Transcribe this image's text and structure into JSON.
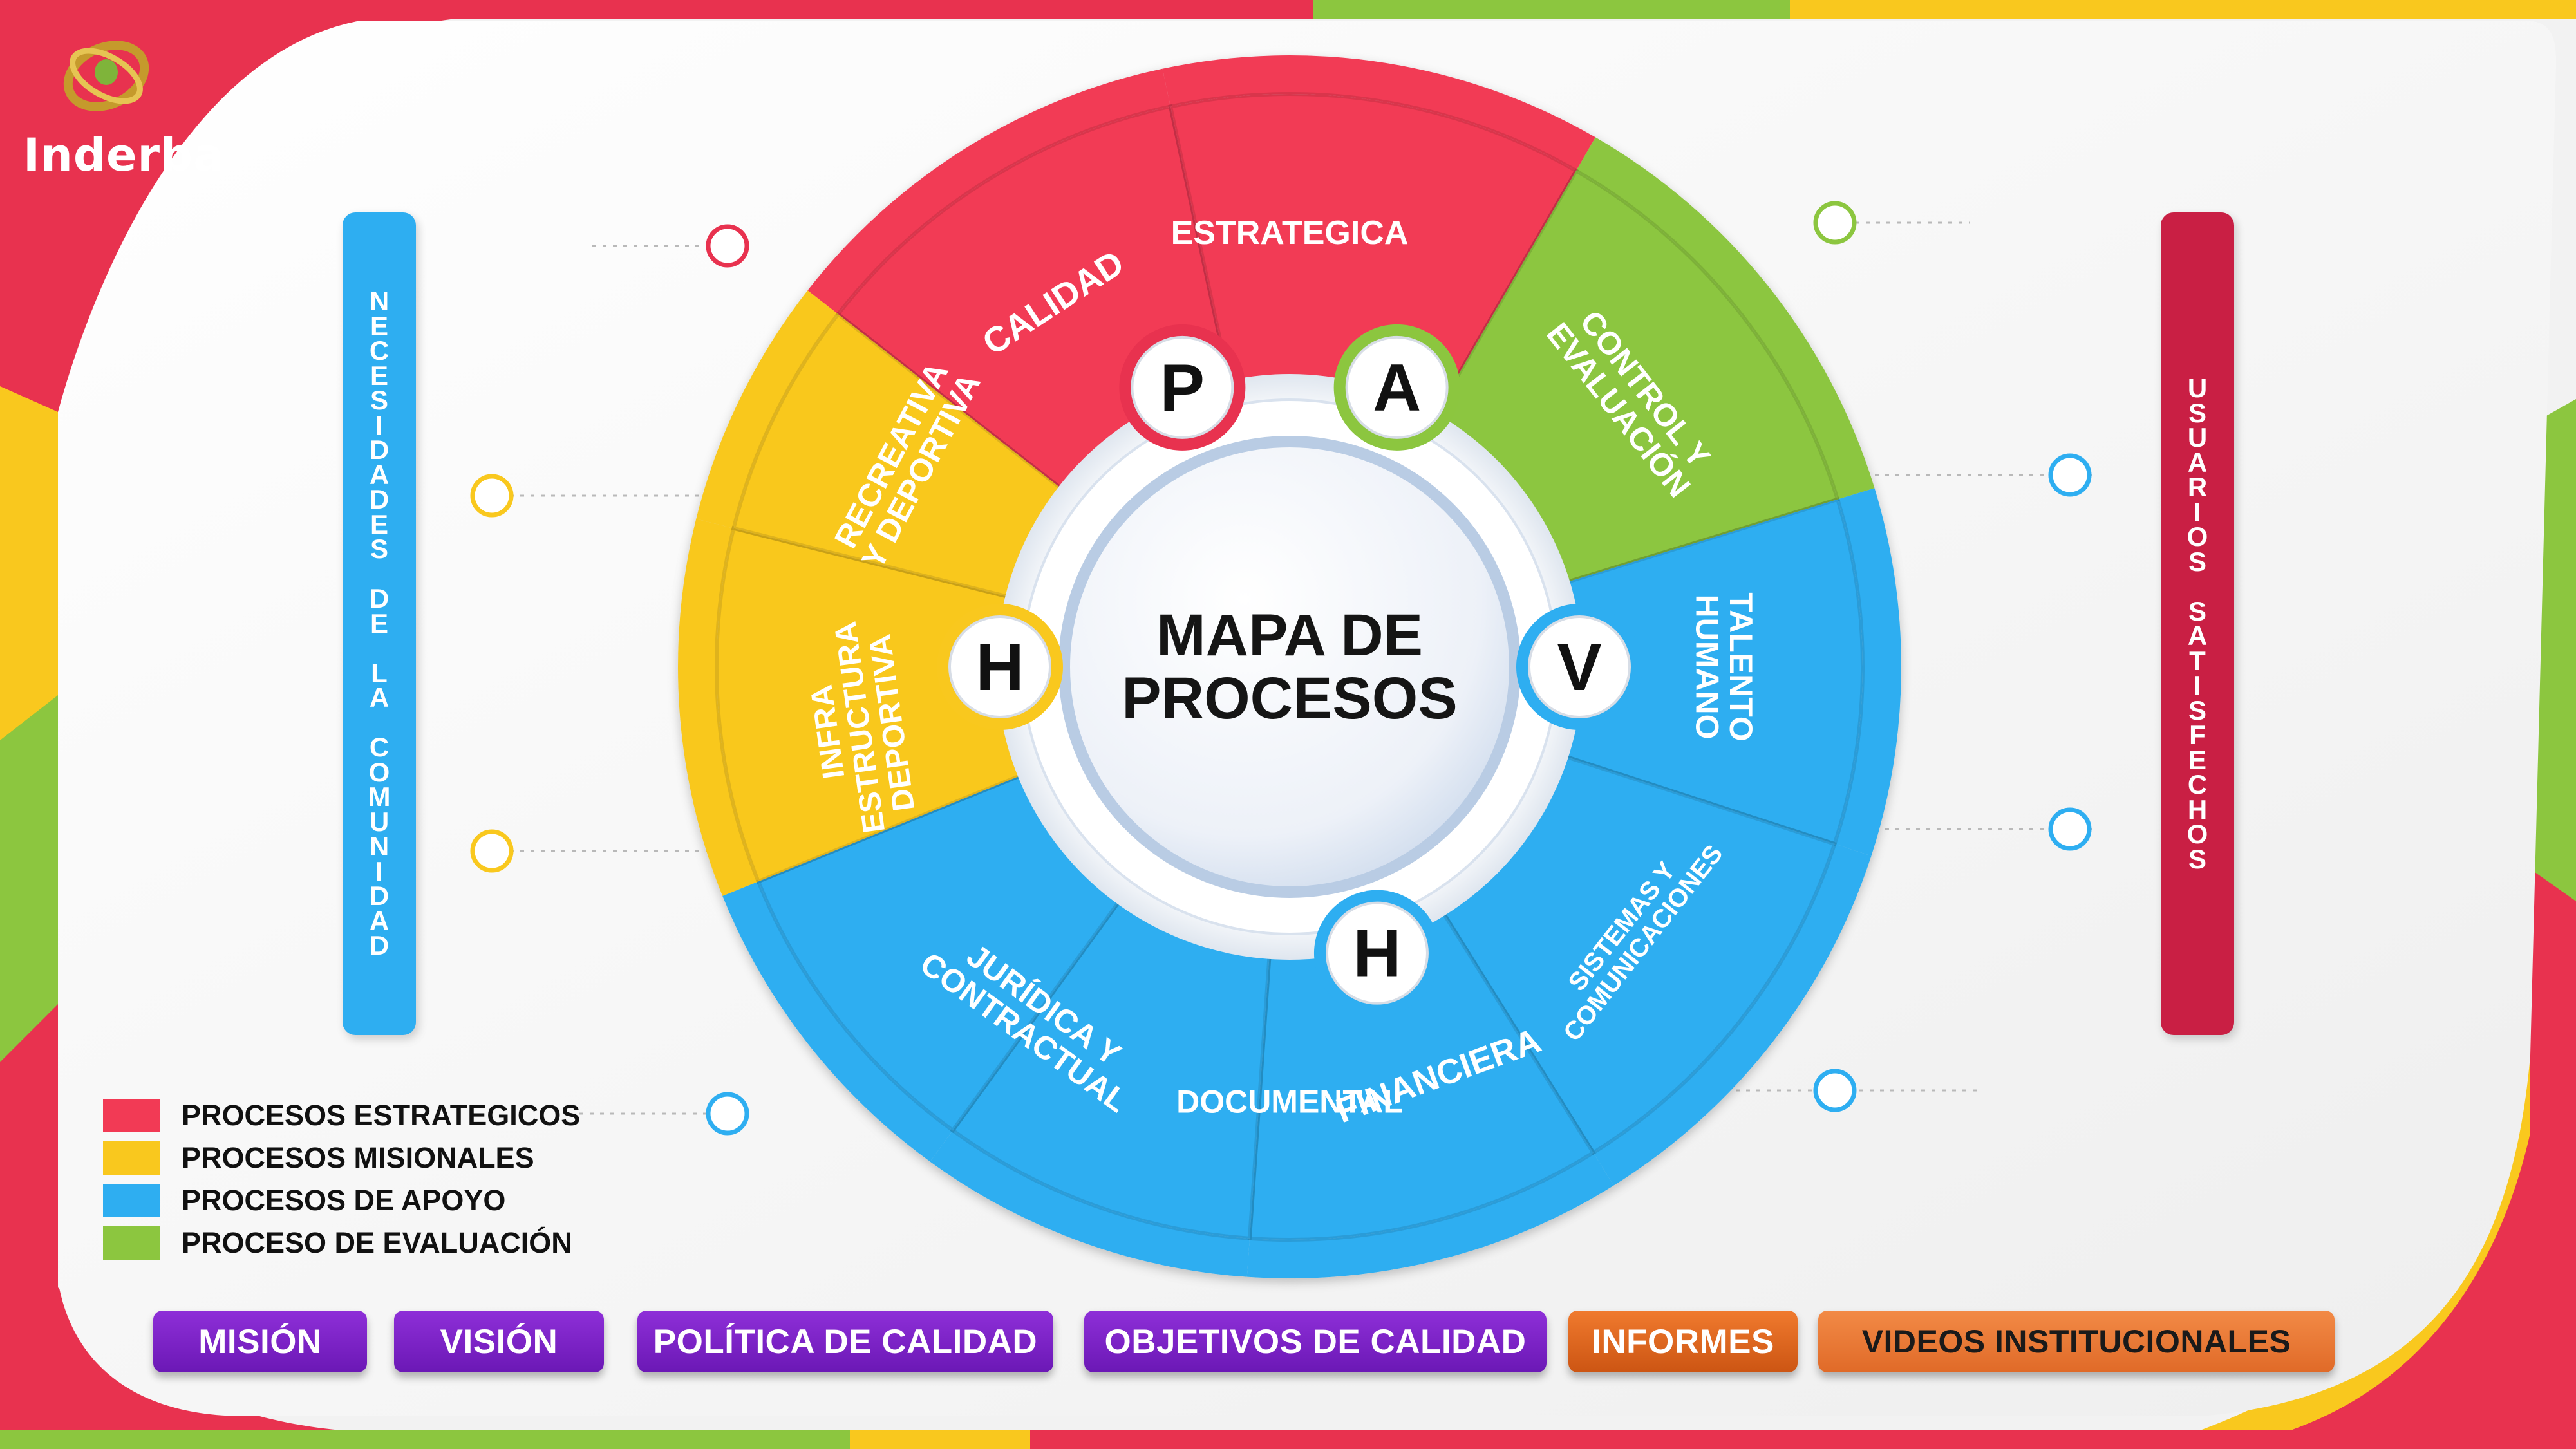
{
  "brand": {
    "name": "Inderba"
  },
  "center": {
    "line1": "MAPA DE",
    "line2": "PROCESOS"
  },
  "segments": [
    {
      "id": "calidad",
      "lines": [
        "CALIDAD"
      ],
      "type": "estrategico"
    },
    {
      "id": "estrategica",
      "lines": [
        "ESTRATEGICA"
      ],
      "type": "estrategico"
    },
    {
      "id": "control-evaluacion",
      "lines": [
        "CONTROL Y",
        "EVALUACIÓN"
      ],
      "type": "evaluacion"
    },
    {
      "id": "talento-humano",
      "lines": [
        "TALENTO",
        "HUMANO"
      ],
      "type": "apoyo"
    },
    {
      "id": "sistemas-comunicaciones",
      "lines": [
        "SISTEMAS Y",
        "COMUNICACIONES"
      ],
      "type": "apoyo"
    },
    {
      "id": "financiera",
      "lines": [
        "FINANCIERA"
      ],
      "type": "apoyo"
    },
    {
      "id": "documental",
      "lines": [
        "DOCUMENTAL"
      ],
      "type": "apoyo"
    },
    {
      "id": "juridica-contractual",
      "lines": [
        "JURÍDICA Y",
        "CONTRACTUAL"
      ],
      "type": "apoyo"
    },
    {
      "id": "infraestructura",
      "lines": [
        "INFRA",
        "ESTRUCTURA",
        "DEPORTIVA"
      ],
      "type": "misional"
    },
    {
      "id": "recreativa",
      "lines": [
        "RECREATIVA",
        "Y DEPORTIVA"
      ],
      "type": "misional"
    }
  ],
  "phva": [
    {
      "letter": "P",
      "color": "#e8324f"
    },
    {
      "letter": "A",
      "color": "#8cc63f"
    },
    {
      "letter": "V",
      "color": "#2eaef1"
    },
    {
      "letter": "H",
      "color": "#2eaef1"
    },
    {
      "letter": "H",
      "color": "#f9c81e"
    }
  ],
  "side_left": {
    "text": "NECESIDADES DE LA COMUNIDAD"
  },
  "side_right": {
    "text": "USUARIOS SATISFECHOS"
  },
  "legend": [
    {
      "label": "PROCESOS ESTRATEGICOS",
      "color": "#f23a55"
    },
    {
      "label": "PROCESOS MISIONALES",
      "color": "#f9c81e"
    },
    {
      "label": "PROCESOS DE APOYO",
      "color": "#2eaef1"
    },
    {
      "label": "PROCESO DE EVALUACIÓN",
      "color": "#8cc63f"
    }
  ],
  "buttons": [
    {
      "label": "MISIÓN"
    },
    {
      "label": "VISIÓN"
    },
    {
      "label": "POLÍTICA DE CALIDAD"
    },
    {
      "label": "OBJETIVOS DE CALIDAD"
    },
    {
      "label": "INFORMES"
    },
    {
      "label": "VIDEOS INSTITUCIONALES"
    }
  ],
  "colors": {
    "estrategico": "#f23a55",
    "misional": "#f9c81e",
    "apoyo": "#2eaef1",
    "evaluacion": "#8cc63f",
    "brand_red": "#e8324f",
    "button_purple": "#7a22c4",
    "button_orange": "#e0651e"
  },
  "icons": [
    "inderba-logo",
    "connector-circle-icon"
  ]
}
